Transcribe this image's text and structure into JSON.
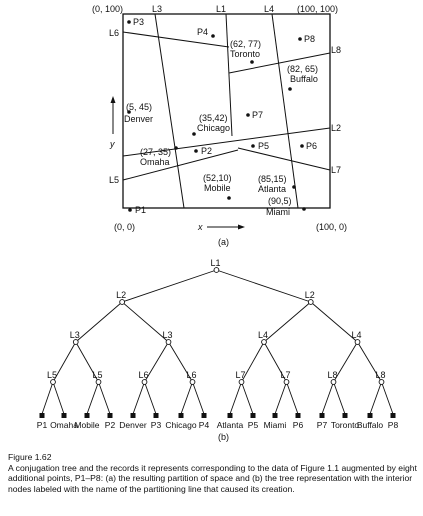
{
  "part_a": {
    "corner_top_left": "(0, 100)",
    "corner_top_right": "(100, 100)",
    "corner_bottom_left": "(0, 0)",
    "corner_bottom_right": "(100, 0)",
    "axis_x": "x",
    "axis_y": "y",
    "sublabel": "(a)",
    "line_labels": [
      "L3",
      "L1",
      "L4",
      "L6",
      "L8",
      "L2",
      "L5",
      "L7"
    ],
    "points": [
      {
        "label": "P3"
      },
      {
        "label": "P4"
      },
      {
        "label": "P8"
      },
      {
        "label": "P7"
      },
      {
        "label": "P5"
      },
      {
        "label": "P6"
      },
      {
        "label": "P2"
      },
      {
        "label": "P1"
      }
    ],
    "cities": [
      {
        "coord": "(62, 77)",
        "name": "Toronto"
      },
      {
        "coord": "(82, 65)",
        "name": "Buffalo"
      },
      {
        "coord": "(5, 45)",
        "name": "Denver"
      },
      {
        "coord": "(35,42)",
        "name": "Chicago"
      },
      {
        "coord": "(27, 35)",
        "name": "Omaha"
      },
      {
        "coord": "(52,10)",
        "name": "Mobile"
      },
      {
        "coord": "(85,15)",
        "name": "Atlanta"
      },
      {
        "coord": "(90,5)",
        "name": "Miami"
      }
    ]
  },
  "part_b": {
    "root": "L1",
    "level1": [
      "L2",
      "L2"
    ],
    "level2": [
      "L3",
      "L3",
      "L4",
      "L4"
    ],
    "level3": [
      "L5",
      "L5",
      "L6",
      "L6",
      "L7",
      "L7",
      "L8",
      "L8"
    ],
    "leaves": [
      "P1",
      "Omaha",
      "Mobile",
      "P2",
      "Denver",
      "P3",
      "Chicago",
      "P4",
      "Atlanta",
      "P5",
      "Miami",
      "P6",
      "P7",
      "Toronto",
      "Buffalo",
      "P8"
    ],
    "sublabel": "(b)"
  },
  "caption": {
    "title": "Figure 1.62",
    "text": "A conjugation tree and the records it represents corresponding to the data of Figure 1.1 augmented by eight additional points, P1–P8: (a) the resulting partition of space and (b) the tree representation with the interior nodes labeled with the name of the partitioning line that caused its creation."
  }
}
